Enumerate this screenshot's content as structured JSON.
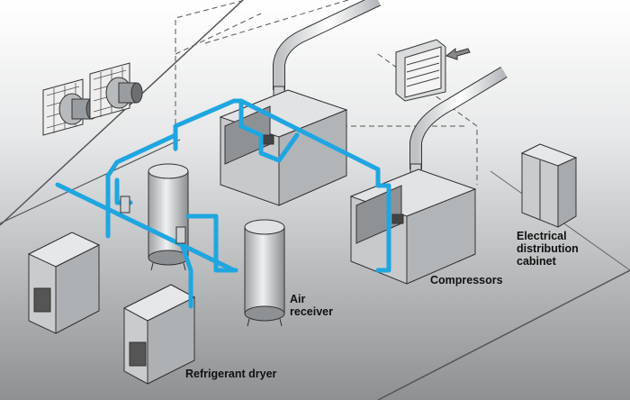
{
  "labels": {
    "electrical_cabinet": [
      "Electrical",
      "distribution",
      "cabinet"
    ],
    "compressors": "Compressors",
    "air_receiver": [
      "Air",
      "receiver"
    ],
    "refrigerant_dryer": "Refrigerant dryer"
  },
  "colors": {
    "pipe": "#1fa6e0",
    "machine_body": "#c9cbcd",
    "machine_outline": "#333333",
    "floor_top": "#ffffff",
    "floor_bottom": "#9a9c9e",
    "wall_line": "#555555"
  },
  "icons": [
    "fan-icon",
    "air-intake-louver-icon",
    "inflow-arrow-icon"
  ]
}
